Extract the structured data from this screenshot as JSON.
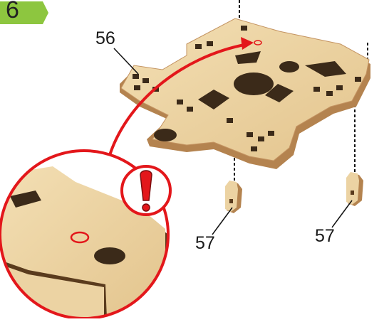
{
  "step": {
    "number": "6",
    "badge_color": "#8dc63f"
  },
  "parts": [
    {
      "id": "plate",
      "label": "56"
    },
    {
      "id": "peg-left",
      "label": "57"
    },
    {
      "id": "peg-right",
      "label": "57"
    }
  ],
  "colors": {
    "wood": "#ecd3a3",
    "wood_edge": "#b4834f",
    "wood_dark": "#5a3b1d",
    "hole": "#3b2a19",
    "accent_red": "#e3171b"
  },
  "warning": {
    "icon": "exclamation-icon"
  }
}
